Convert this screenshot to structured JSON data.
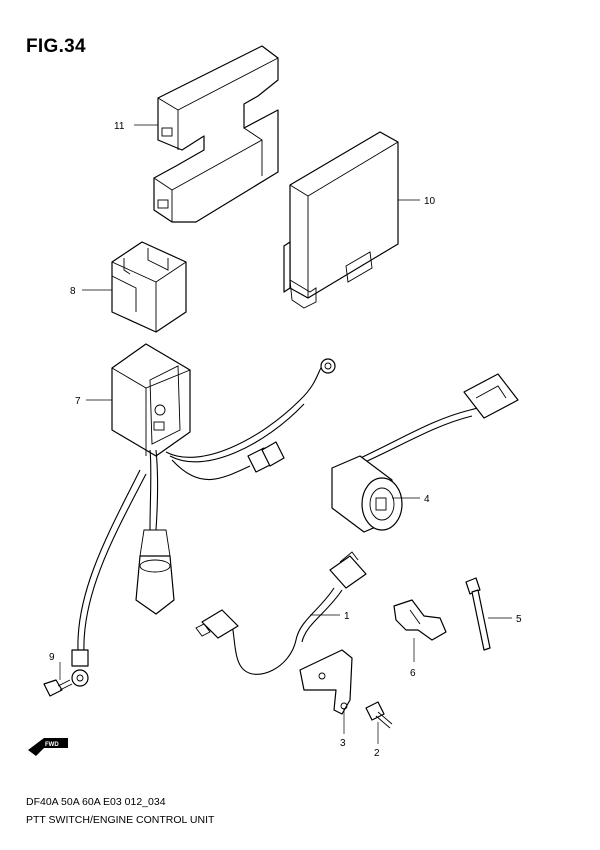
{
  "figure": {
    "title": "FIG.34",
    "code": "DF40A 50A 60A E03 012_034",
    "caption": "PTT SWITCH/ENGINE CONTROL UNIT"
  },
  "callouts": [
    {
      "id": "11",
      "label": "11"
    },
    {
      "id": "10",
      "label": "10"
    },
    {
      "id": "8",
      "label": "8"
    },
    {
      "id": "7",
      "label": "7"
    },
    {
      "id": "4",
      "label": "4"
    },
    {
      "id": "1",
      "label": "1"
    },
    {
      "id": "5",
      "label": "5"
    },
    {
      "id": "6",
      "label": "6"
    },
    {
      "id": "9",
      "label": "9"
    },
    {
      "id": "3",
      "label": "3"
    },
    {
      "id": "2",
      "label": "2"
    }
  ],
  "fwd_label": "FWD"
}
